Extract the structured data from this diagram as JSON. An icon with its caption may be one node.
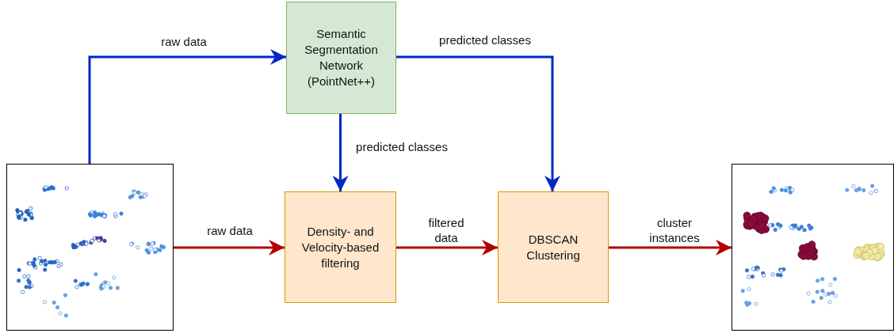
{
  "diagram": {
    "nodes": [
      {
        "text": [],
        "shape": "picture"
      },
      {
        "text": [
          "Semantic Segmentation Network (PointNet++)"
        ]
      },
      {
        "text": [
          "Density- and Velocity-based filtering"
        ]
      },
      {
        "text": [
          "DBSCAN Clustering"
        ]
      },
      {
        "text": [],
        "shape": "picture"
      }
    ],
    "edges": [
      {
        "from": 0,
        "to": 1,
        "arrow": "to",
        "label": "raw data"
      },
      {
        "from": 0,
        "to": 2,
        "arrow": "to",
        "label": "raw data",
        "color": "#b20000"
      },
      {
        "from": 1,
        "to": 2,
        "arrow": "to",
        "label": "predicted classes"
      },
      {
        "from": 1,
        "to": 3,
        "arrow": "to",
        "label": "predicted classes"
      },
      {
        "from": 2,
        "to": 3,
        "arrow": "to",
        "label": "filtered data",
        "color": "#b20000"
      },
      {
        "from": 3,
        "to": 4,
        "arrow": "to",
        "label": "cluster instances",
        "color": "#b20000"
      }
    ]
  }
}
